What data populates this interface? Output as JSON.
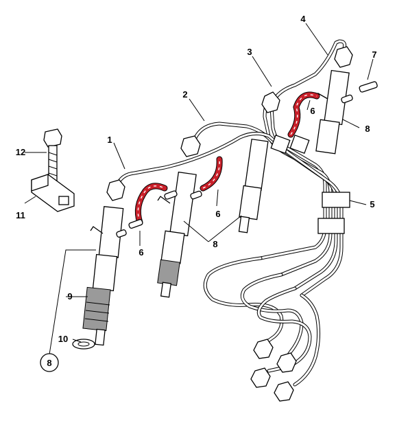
{
  "title": "",
  "colors": {
    "line": "#000000",
    "leak_off_pipe": "#c8202a",
    "background": "#ffffff"
  },
  "callouts": [
    {
      "id": "1",
      "part": "injector pipe 1"
    },
    {
      "id": "2",
      "part": "injector pipe 2"
    },
    {
      "id": "3",
      "part": "injector pipe 3"
    },
    {
      "id": "4",
      "part": "injector pipe 4"
    },
    {
      "id": "5",
      "part": "pipe clamp"
    },
    {
      "id": "6",
      "part": "leak-off pipe"
    },
    {
      "id": "7",
      "part": "blanking plug"
    },
    {
      "id": "8",
      "part": "injector"
    },
    {
      "id": "9",
      "part": "injector nozzle body"
    },
    {
      "id": "10",
      "part": "sealing washer"
    },
    {
      "id": "11",
      "part": "injector clamp"
    },
    {
      "id": "12",
      "part": "clamp bolt"
    }
  ],
  "labels": {
    "c1": "1",
    "c2": "2",
    "c3": "3",
    "c4": "4",
    "c5": "5",
    "c6a": "6",
    "c6b": "6",
    "c6c": "6",
    "c7": "7",
    "c8a": "8",
    "c8b": "8",
    "c8c": "8",
    "c9": "9",
    "c10": "10",
    "c11": "11",
    "c12": "12"
  }
}
